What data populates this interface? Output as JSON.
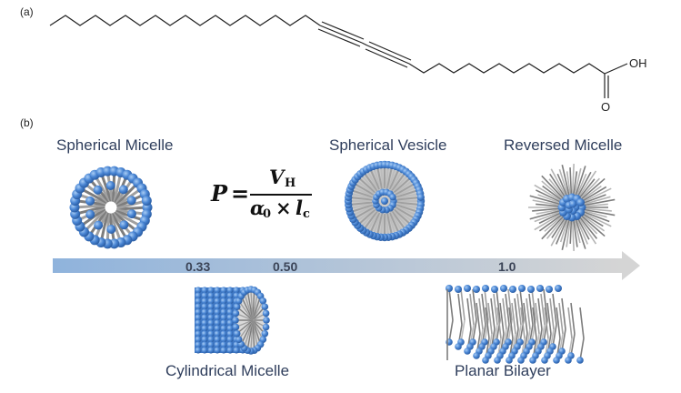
{
  "panel_a": {
    "label": "(a)",
    "atom_oh": "OH",
    "atom_o": "O"
  },
  "panel_b": {
    "label": "(b)",
    "titles": {
      "spherical_micelle": "Spherical Micelle",
      "spherical_vesicle": "Spherical Vesicle",
      "reversed_micelle": "Reversed Micelle",
      "cylindrical_micelle": "Cylindrical Micelle",
      "planar_bilayer": "Planar Bilayer"
    },
    "formula": {
      "lhs": "P",
      "equals": "=",
      "numerator": "V",
      "numerator_sub": "H",
      "denominator_a": "α",
      "denominator_a_sub": "0",
      "times": "×",
      "denominator_l": "l",
      "denominator_l_sub": "c"
    },
    "scale_ticks": [
      "0.33",
      "0.50",
      "1.0"
    ]
  },
  "colors": {
    "head_blue": "#4a86d4",
    "tail_gray": "#9a9a9a",
    "arrow_start": "#8fb3dc",
    "arrow_end": "#d0d0d0",
    "text_dark": "#2f3e5c"
  }
}
